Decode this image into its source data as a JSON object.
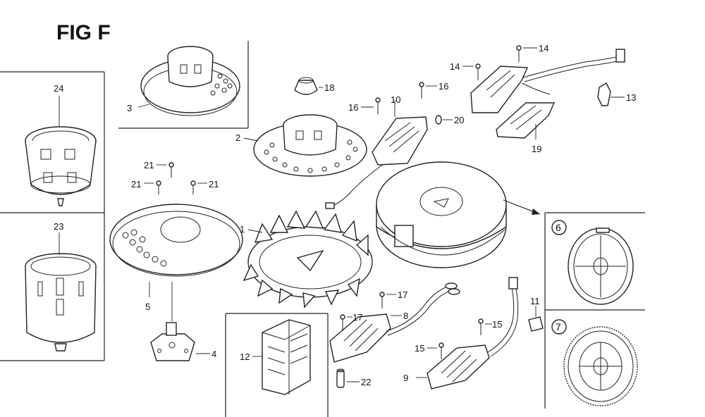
{
  "figure": {
    "title": "FIG F"
  },
  "callouts": [
    {
      "id": "c24",
      "text": "24"
    },
    {
      "id": "c23",
      "text": "23"
    },
    {
      "id": "c3",
      "text": "3"
    },
    {
      "id": "c18",
      "text": "18"
    },
    {
      "id": "c2",
      "text": "2"
    },
    {
      "id": "c21a",
      "text": "21"
    },
    {
      "id": "c21b",
      "text": "21"
    },
    {
      "id": "c21c",
      "text": "21"
    },
    {
      "id": "c1",
      "text": "1"
    },
    {
      "id": "c5",
      "text": "5"
    },
    {
      "id": "c4",
      "text": "4"
    },
    {
      "id": "c12",
      "text": "12"
    },
    {
      "id": "c16a",
      "text": "16"
    },
    {
      "id": "c10",
      "text": "10"
    },
    {
      "id": "c16b",
      "text": "16"
    },
    {
      "id": "c20",
      "text": "20"
    },
    {
      "id": "c14a",
      "text": "14"
    },
    {
      "id": "c14b",
      "text": "14"
    },
    {
      "id": "c19",
      "text": "19"
    },
    {
      "id": "c13",
      "text": "13"
    },
    {
      "id": "c17a",
      "text": "17"
    },
    {
      "id": "c17b",
      "text": "17"
    },
    {
      "id": "c8",
      "text": "8"
    },
    {
      "id": "c22",
      "text": "22"
    },
    {
      "id": "c15a",
      "text": "15"
    },
    {
      "id": "c15b",
      "text": "15"
    },
    {
      "id": "c9",
      "text": "9"
    },
    {
      "id": "c11",
      "text": "11"
    },
    {
      "id": "c6",
      "text": "6"
    },
    {
      "id": "c7",
      "text": "7"
    }
  ]
}
